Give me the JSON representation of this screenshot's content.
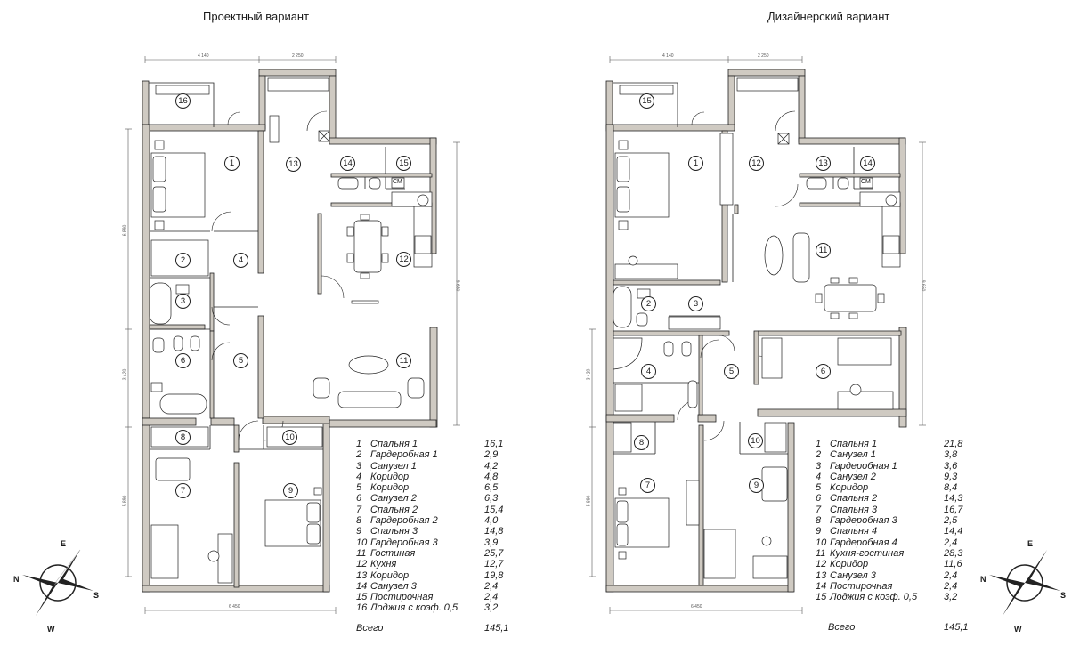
{
  "left": {
    "title": "Проектный вариант",
    "dims": {
      "top_a": "4 140",
      "top_b": "2 250",
      "right": "9 650",
      "left_a": "6 890",
      "left_b": "3 420",
      "left_c": "5 890",
      "bottom": "6 450"
    },
    "labels": {
      "sm": "СМ"
    },
    "rooms": [
      {
        "n": "1",
        "name": "Спальня 1",
        "area": "16,1"
      },
      {
        "n": "2",
        "name": "Гардеробная 1",
        "area": "2,9"
      },
      {
        "n": "3",
        "name": "Санузел 1",
        "area": "4,2"
      },
      {
        "n": "4",
        "name": "Коридор",
        "area": "4,8"
      },
      {
        "n": "5",
        "name": "Коридор",
        "area": "6,5"
      },
      {
        "n": "6",
        "name": "Санузел 2",
        "area": "6,3"
      },
      {
        "n": "7",
        "name": "Спальня 2",
        "area": "15,4"
      },
      {
        "n": "8",
        "name": "Гардеробная 2",
        "area": "4,0"
      },
      {
        "n": "9",
        "name": "Спальня 3",
        "area": "14,8"
      },
      {
        "n": "10",
        "name": "Гардеробная 3",
        "area": "3,9"
      },
      {
        "n": "11",
        "name": "Гостиная",
        "area": "25,7"
      },
      {
        "n": "12",
        "name": "Кухня",
        "area": "12,7"
      },
      {
        "n": "13",
        "name": "Коридор",
        "area": "19,8"
      },
      {
        "n": "14",
        "name": "Санузел 3",
        "area": "2,4"
      },
      {
        "n": "15",
        "name": "Постирочная",
        "area": "2,4"
      },
      {
        "n": "16",
        "name": "Лоджия с коэф. 0,5",
        "area": "3,2"
      }
    ],
    "total": {
      "label": "Всего",
      "area": "145,1"
    }
  },
  "right": {
    "title": "Дизайнерский вариант",
    "dims": {
      "top_a": "4 140",
      "top_b": "2 250",
      "right": "9 650",
      "left_a": "",
      "left_b": "3 420",
      "left_c": "5 890",
      "bottom": "6 450"
    },
    "labels": {
      "sm": "СМ"
    },
    "rooms": [
      {
        "n": "1",
        "name": "Спальня 1",
        "area": "21,8"
      },
      {
        "n": "2",
        "name": "Санузел 1",
        "area": "3,8"
      },
      {
        "n": "3",
        "name": "Гардеробная 1",
        "area": "3,6"
      },
      {
        "n": "4",
        "name": "Санузел 2",
        "area": "9,3"
      },
      {
        "n": "5",
        "name": "Коридор",
        "area": "8,4"
      },
      {
        "n": "6",
        "name": "Спальня 2",
        "area": "14,3"
      },
      {
        "n": "7",
        "name": "Спальня 3",
        "area": "16,7"
      },
      {
        "n": "8",
        "name": "Гардеробная 3",
        "area": "2,5"
      },
      {
        "n": "9",
        "name": "Спальня 4",
        "area": "14,4"
      },
      {
        "n": "10",
        "name": "Гардеробная 4",
        "area": "2,4"
      },
      {
        "n": "11",
        "name": "Кухня-гостиная",
        "area": "28,3"
      },
      {
        "n": "12",
        "name": "Коридор",
        "area": "11,6"
      },
      {
        "n": "13",
        "name": "Санузел 3",
        "area": "2,4"
      },
      {
        "n": "14",
        "name": "Постирочная",
        "area": "2,4"
      },
      {
        "n": "15",
        "name": "Лоджия с коэф. 0,5",
        "area": "3,2"
      }
    ],
    "total": {
      "label": "Всего",
      "area": "145,1"
    }
  },
  "compass": {
    "n": "N",
    "e": "E",
    "s": "S",
    "w": "W"
  },
  "colors": {
    "wall": "#cfcac2",
    "line": "#222222",
    "bg": "#ffffff"
  }
}
